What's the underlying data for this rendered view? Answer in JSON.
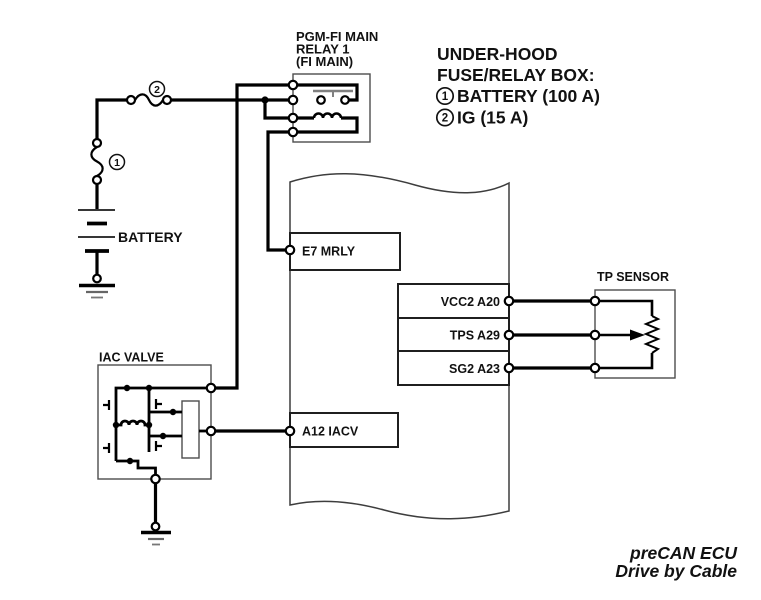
{
  "relay": {
    "label_lines": [
      "PGM-FI MAIN",
      "RELAY 1",
      "(FI MAIN)"
    ]
  },
  "fuse_box_legend": {
    "heading_lines": [
      "UNDER-HOOD",
      "FUSE/RELAY BOX:"
    ],
    "items": [
      {
        "num": "1",
        "label": "BATTERY (100 A)"
      },
      {
        "num": "2",
        "label": "IG (15 A)"
      }
    ]
  },
  "fuse_marks": {
    "fuse1": "1",
    "fuse2": "2"
  },
  "battery": {
    "label": "BATTERY"
  },
  "ecu": {
    "pin_e7": "E7 MRLY",
    "pin_a12": "A12 IACV",
    "pin_vcc2": "VCC2 A20",
    "pin_tps": "TPS A29",
    "pin_sg2": "SG2 A23"
  },
  "tp_sensor": {
    "label": "TP SENSOR"
  },
  "iac_valve": {
    "label": "IAC VALVE"
  },
  "watermark": {
    "lines": [
      "preCAN ECU",
      "Drive by Cable"
    ],
    "color": "#f5073f"
  },
  "colors": {
    "wire": "#000000",
    "outline": "#4a4a4a",
    "background": "#ffffff"
  }
}
